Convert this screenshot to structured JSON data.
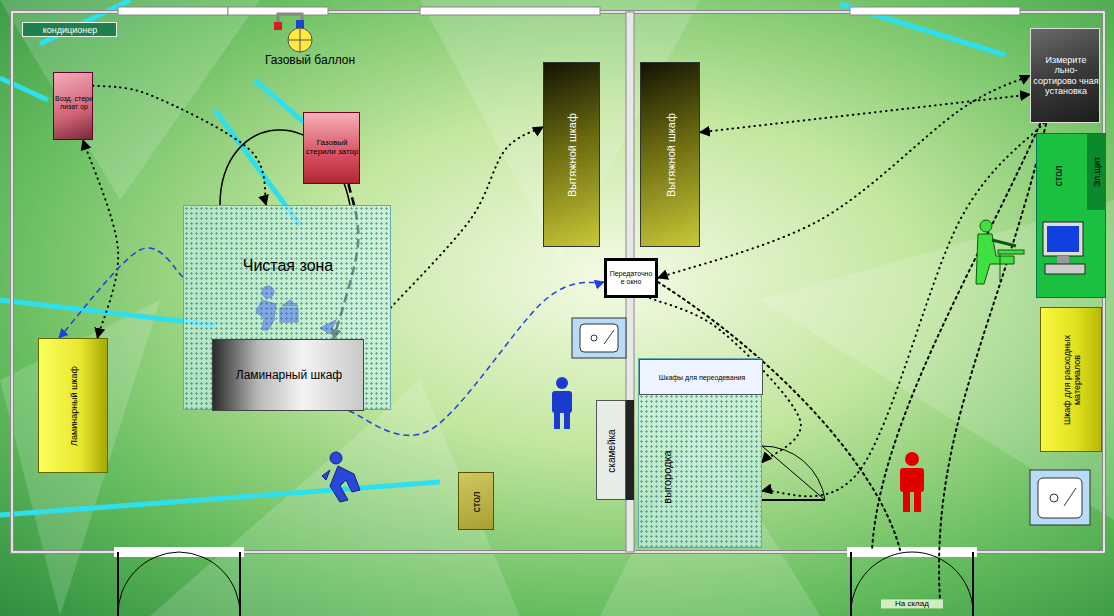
{
  "diagram": {
    "nodes": [
      {
        "text": [
          "кондиционер"
        ]
      },
      {
        "text": [
          "Возд. стери лизат ор"
        ]
      },
      {
        "text": [
          "Газовый стерили затор"
        ]
      },
      {
        "text": [
          "Чистая зона"
        ]
      },
      {
        "text": [
          "Ламинарный шкаф"
        ],
        "in": 3
      },
      {
        "text": [
          "Ламинарный шкаф"
        ]
      },
      {
        "text": [
          "Вытяжной шкаф"
        ]
      },
      {
        "text": [
          "Вытяжной шкаф"
        ]
      },
      {
        "text": [
          "Передаточное окно"
        ]
      },
      {
        "text": [
          "Измерите льно- сортирово чная установка"
        ]
      },
      {
        "text": [
          "стол",
          "Эл.щит"
        ]
      },
      {
        "text": [
          "Шкаф для расходных материалов"
        ]
      },
      {
        "text": [
          "скамейка"
        ]
      },
      {
        "text": [
          "стол"
        ]
      },
      {
        "text": [
          "выгородка"
        ]
      },
      {
        "text": [
          "Шкафы для переодевания"
        ],
        "in": 14
      }
    ],
    "edges": [
      {
        "from": 5,
        "to": 1,
        "arrow": "both"
      },
      {
        "from": 1,
        "to": 3,
        "arrow": "to"
      },
      {
        "from": 2,
        "to": 4,
        "arrow": "to"
      },
      {
        "from": 3,
        "to": 6,
        "arrow": "to"
      },
      {
        "from": 4,
        "to": 8,
        "arrow": "to"
      },
      {
        "from": 3,
        "to": 5,
        "arrow": "to"
      },
      {
        "from": 7,
        "to": 9,
        "arrow": "both"
      },
      {
        "from": 8,
        "to": 9,
        "arrow": "both"
      },
      {
        "from": 8,
        "to": 14,
        "arrow": "to"
      },
      {
        "from": 9,
        "to": 14,
        "arrow": "to"
      }
    ],
    "labels": [
      "Газовый баллон",
      "На склад"
    ]
  }
}
